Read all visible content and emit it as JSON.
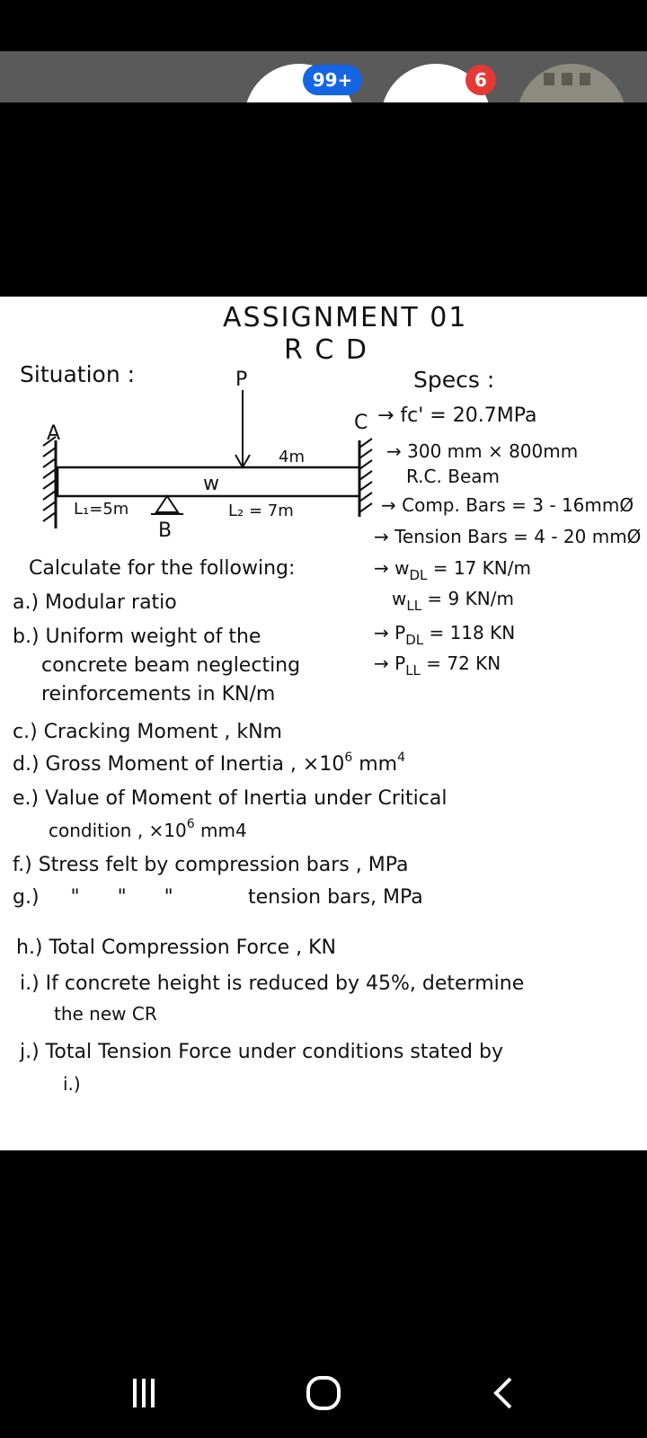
{
  "status": {
    "badge_messages": "99+",
    "badge_notifications": "6"
  },
  "paper": {
    "title_line1": "ASSIGNMENT 01",
    "title_line2": "R C D",
    "situation": "Situation :",
    "specs_title": "Specs :"
  },
  "diagram": {
    "label_A": "A",
    "label_B": "B",
    "label_C": "C",
    "label_P": "P",
    "label_w": "w",
    "dim_4m": "4m",
    "L1": "L₁=5m",
    "L2": "L₂ = 7m"
  },
  "specs": {
    "fc": "→ fc' = 20.7MPa",
    "section": "→ 300 mm × 800mm",
    "beam": "R.C. Beam",
    "comp_bars": "→ Comp. Bars = 3 - 16mmØ",
    "tension_bars": "→ Tension Bars = 4 - 20 mmØ",
    "wdl_prefix": "→ w",
    "wdl_sub": "DL",
    "wdl_value": " = 17 KN/m",
    "wll_prefix": "w",
    "wll_sub": "LL",
    "wll_value": " = 9 KN/m",
    "pdl_prefix": "→ P",
    "pdl_sub": "DL",
    "pdl_value": " = 118 KN",
    "pll_prefix": "→ P",
    "pll_sub": "LL",
    "pll_value": " = 72 KN"
  },
  "questions": {
    "intro": "Calculate for the following:",
    "a": "a.) Modular ratio",
    "b1": "b.) Uniform weight of the",
    "b2": "concrete beam neglecting",
    "b3": "reinforcements in KN/m",
    "c": "c.) Cracking Moment , kNm",
    "d_pre": "d.) Gross Moment of Inertia , ×10",
    "d_exp": "6",
    "d_unit": " mm",
    "d_exp2": "4",
    "e1": "e.) Value of Moment of Inertia under Critical",
    "e2_pre": "condition , ×10",
    "e2_exp": "6",
    "e2_unit": " mm4",
    "f": "f.) Stress felt by compression bars , MPa",
    "g_pre": "g.)     \"      \"      \"",
    "g_rest": "tension bars, MPa",
    "h": "h.) Total Compression Force , KN",
    "i1": "i.) If concrete height is reduced by 45%, determine",
    "i2": "the new CR",
    "j1": "j.) Total Tension Force under conditions stated by",
    "j2": "i.)"
  }
}
